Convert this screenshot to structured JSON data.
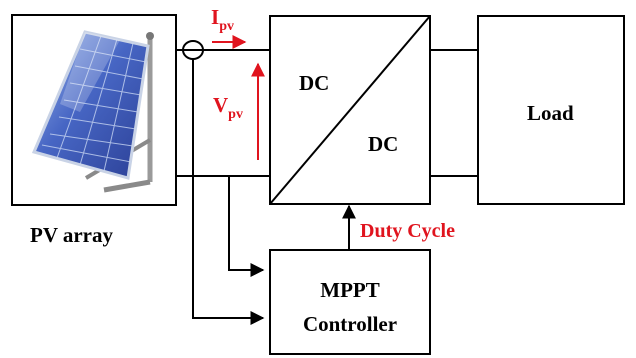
{
  "colors": {
    "line": "#000000",
    "accent": "#e0141e",
    "panel_blue": "#3a55b4"
  },
  "pv_array": {
    "label": "PV array",
    "icon": "solar-panel-icon"
  },
  "measurements": {
    "current": {
      "main": "I",
      "sub": "pv"
    },
    "voltage": {
      "main": "V",
      "sub": "pv"
    }
  },
  "converter": {
    "top_label": "DC",
    "bottom_label": "DC"
  },
  "load": {
    "label": "Load"
  },
  "duty_cycle": {
    "label": "Duty Cycle"
  },
  "mppt": {
    "line1": "MPPT",
    "line2": "Controller"
  }
}
